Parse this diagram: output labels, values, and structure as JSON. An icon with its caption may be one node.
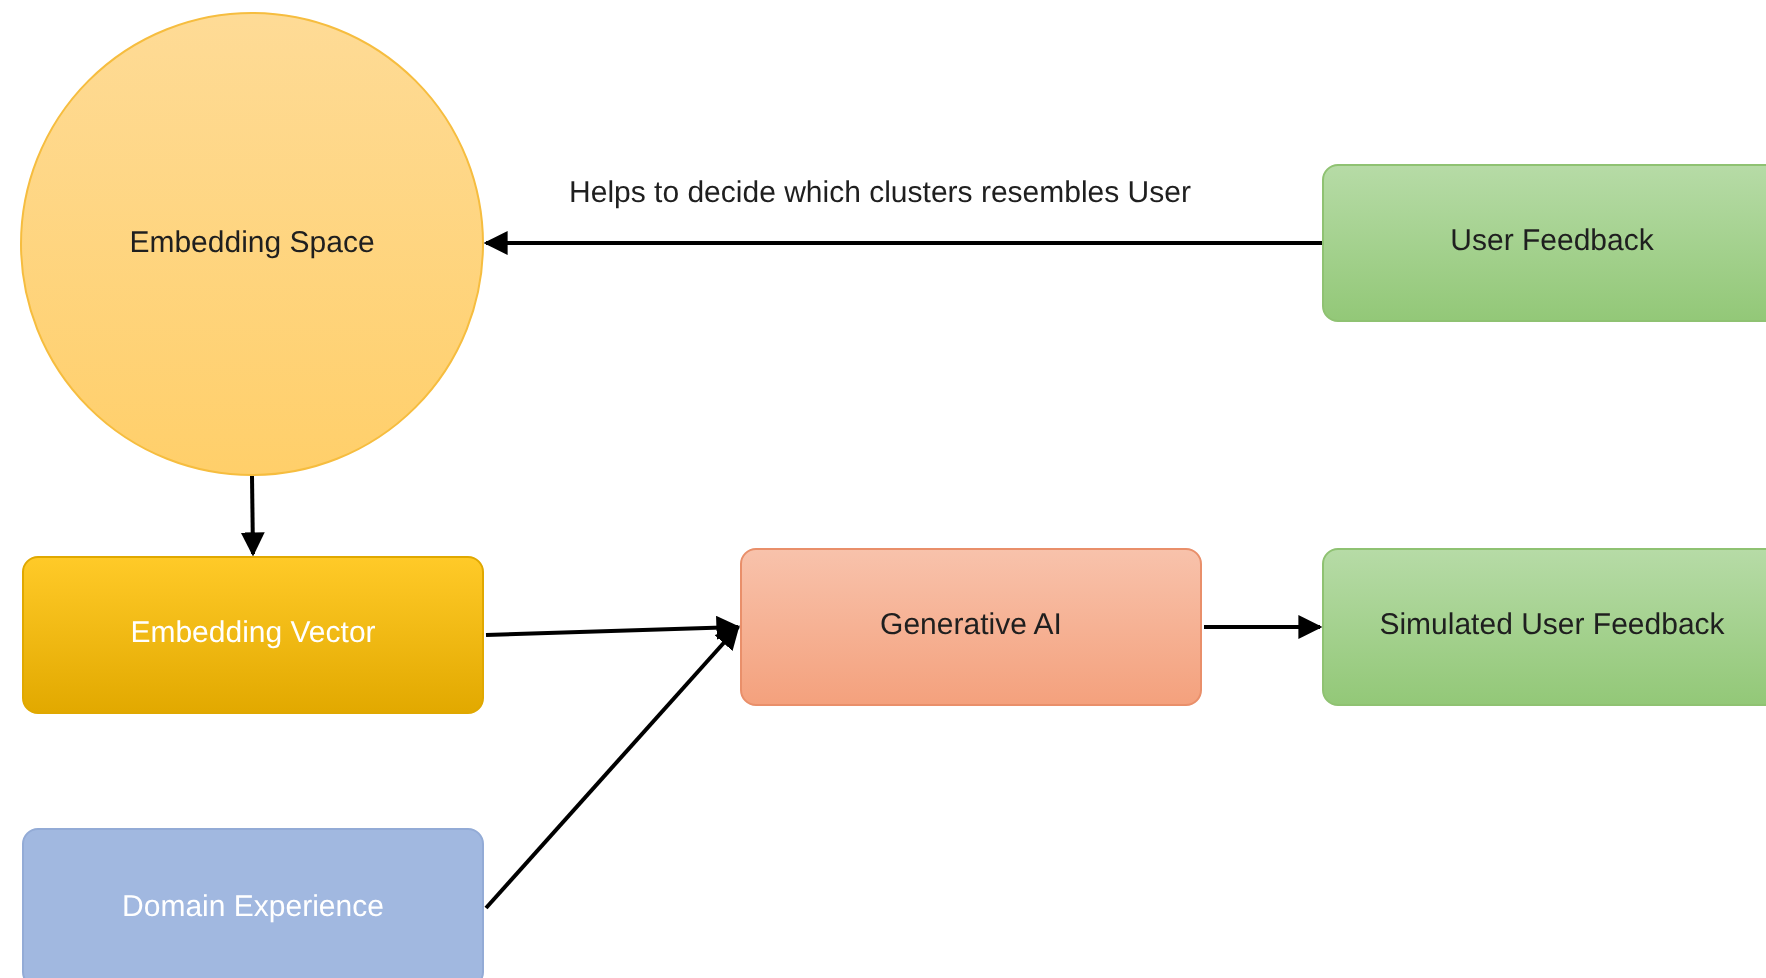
{
  "diagram": {
    "nodes": [
      {
        "text": [
          "Embedding Space"
        ]
      },
      {
        "text": [
          "User Feedback"
        ]
      },
      {
        "text": [
          "Embedding Vector"
        ]
      },
      {
        "text": [
          "Generative AI"
        ]
      },
      {
        "text": [
          "Simulated User Feedback"
        ]
      },
      {
        "text": [
          "Domain Experience"
        ]
      }
    ],
    "edges": [
      {
        "from": 1,
        "to": 0,
        "arrow": "to",
        "label": "Helps to decide which clusters resembles User"
      },
      {
        "from": 0,
        "to": 2,
        "arrow": "to"
      },
      {
        "from": 2,
        "to": 3,
        "arrow": "to"
      },
      {
        "from": 5,
        "to": 3,
        "arrow": "to"
      },
      {
        "from": 3,
        "to": 4,
        "arrow": "to"
      }
    ]
  }
}
